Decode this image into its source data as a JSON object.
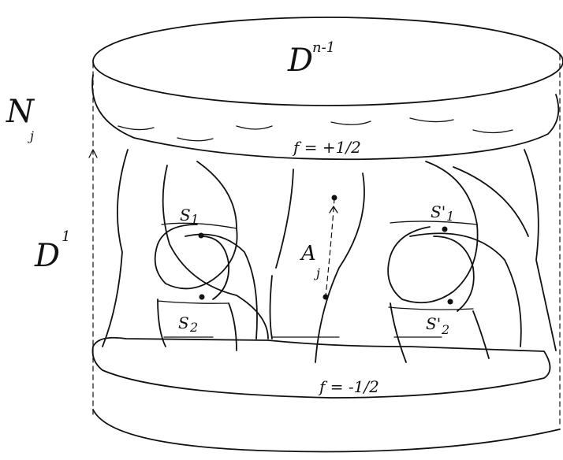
{
  "labels": {
    "top_disk": "D",
    "top_disk_sup": "n-1",
    "neighborhood": "N",
    "neighborhood_sub": "j",
    "interval": "D",
    "interval_sup": "1",
    "arc": "A",
    "arc_sub": "j",
    "level_top": "f = +1/2",
    "level_bottom": "f = -1/2",
    "s1_left": "S",
    "s1_left_sub": "1",
    "s2_left": "S",
    "s2_left_sub": "2",
    "s1_right": "S'",
    "s1_right_sub": "1",
    "s2_right": "S'",
    "s2_right_sub": "2"
  }
}
